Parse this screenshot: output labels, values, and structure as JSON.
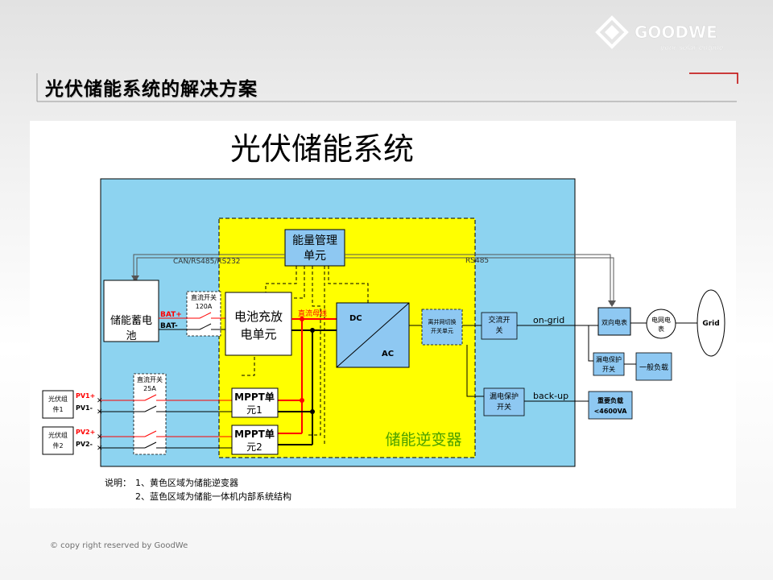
{
  "slide": {
    "title": "光伏储能系统的解决方案",
    "footer": "© copy right reserved by GoodWe"
  },
  "brand": {
    "name": "GOODWE",
    "tagline": "your solar engine"
  },
  "diagram": {
    "title": "光伏储能系统",
    "battery": "储能蓄电池",
    "bat_plus": "BAT+",
    "bat_minus": "BAT-",
    "dc_switch_1_label": "直流开关",
    "dc_switch_1_rating": "120A",
    "dc_switch_2_label": "直流开关",
    "dc_switch_2_rating": "25A",
    "charge_unit": "电池充放电单元",
    "ems": "能量管理单元",
    "can_label": "CAN/RS485/RS232",
    "rs485_label": "RS485",
    "dc_bus": "直流母线",
    "dc": "DC",
    "ac": "AC",
    "transfer_switch": "离并网切换开关单元",
    "ac_switch": "交流开关",
    "on_grid": "on-grid",
    "backup_protect_switch": "漏电保护开关",
    "back_up": "back-up",
    "bidirectional_meter": "双向电表",
    "grid_meter": "电网电表",
    "grid": "Grid",
    "load_protect_switch": "漏电保护开关",
    "general_load": "一般负载",
    "important_load_line1": "重要负载",
    "important_load_line2": "<4600VA",
    "inverter_label": "储能逆变器",
    "pv1_module": "光伏组件1",
    "pv2_module": "光伏组件2",
    "pv1_plus": "PV1+",
    "pv1_minus": "PV1-",
    "pv2_plus": "PV2+",
    "pv2_minus": "PV2-",
    "mppt1": "MPPT单元1",
    "mppt2": "MPPT单元2",
    "note_prefix": "说明：",
    "note_1": "1、黄色区域为储能逆变器",
    "note_2": "2、蓝色区域为储能一体机内部系统结构"
  },
  "colors": {
    "blue_region": "#8dd3f0",
    "yellow_region": "#ffff00",
    "box_blue": "#8ec8f2",
    "red_line": "#ff0000",
    "brand_red": "#c00000"
  }
}
